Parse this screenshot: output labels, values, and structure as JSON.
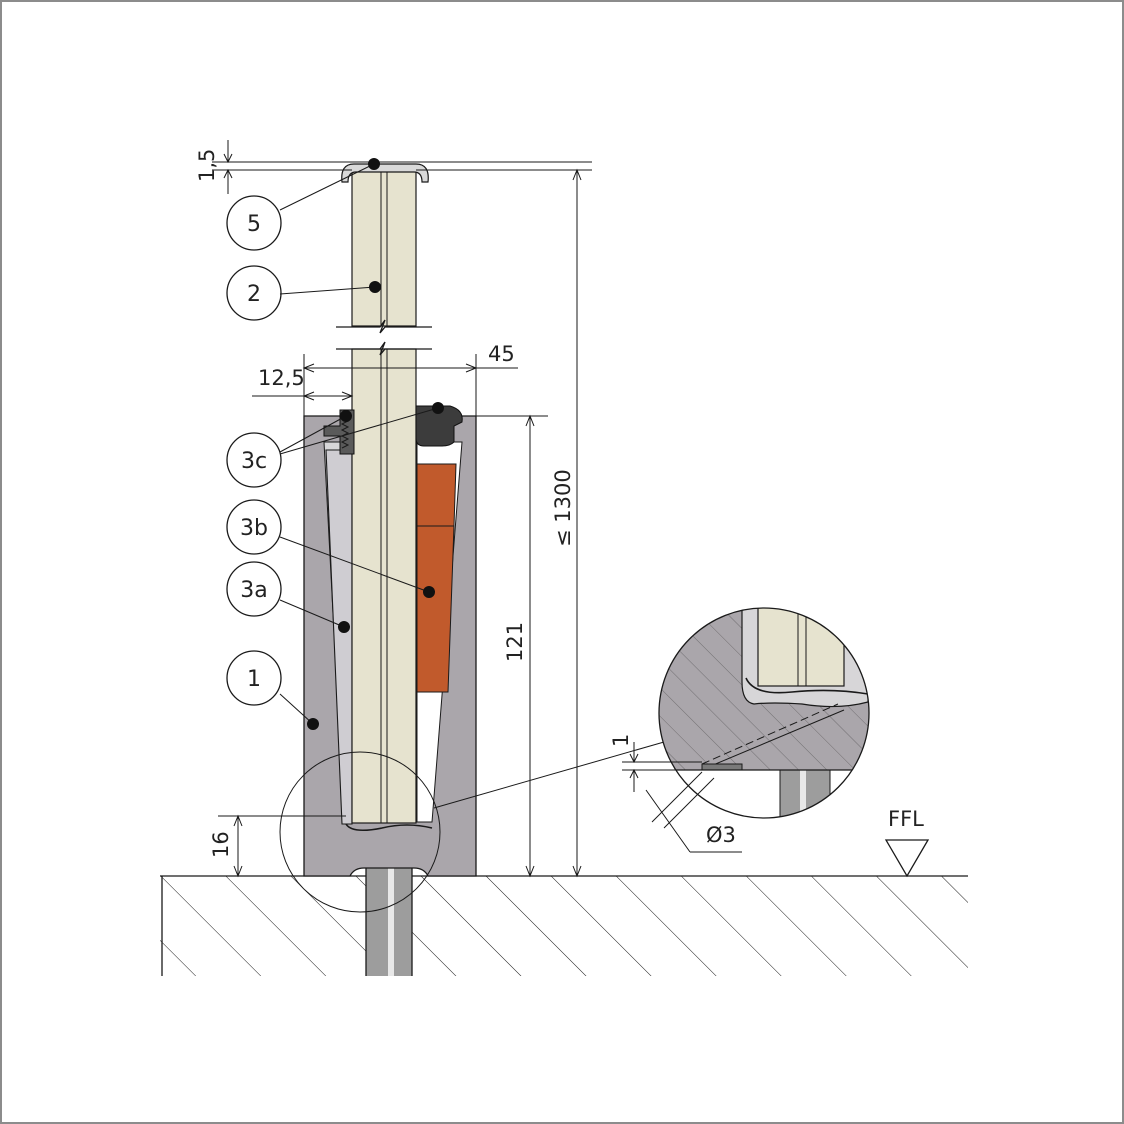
{
  "colors": {
    "housing": "#aaa6ab",
    "glass": "#e6e3cf",
    "wedge": "#c15a2c",
    "gasket": "#3c3c3c",
    "profile": "#d7d6d8",
    "rod": "#9d9d9d",
    "outline": "#1a1a1a"
  },
  "callouts": {
    "item_5": "5",
    "item_2": "2",
    "item_3c": "3c",
    "item_3b": "3b",
    "item_3a": "3a",
    "item_1": "1"
  },
  "dimensions": {
    "cap_thickness": "1,5",
    "side_offset": "12,5",
    "profile_width": "45",
    "total_height": "≤ 1300",
    "embed_depth": "121",
    "base_height": "16",
    "detail_gap": "1",
    "detail_hole": "Ø3"
  },
  "level_marker": "FFL"
}
